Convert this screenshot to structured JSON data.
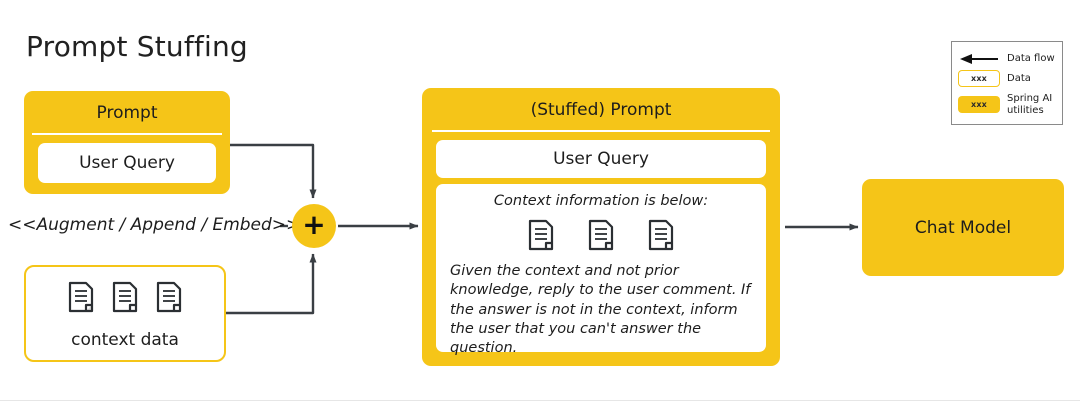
{
  "page": {
    "title": "Prompt Stuffing",
    "background": "#ffffff",
    "accent_color": "#F5C518",
    "line_color": "#3a3f44"
  },
  "prompt_card": {
    "header": "Prompt",
    "user_query": "User Query"
  },
  "augment": {
    "label": "<<Augment / Append / Embed>>"
  },
  "context_data": {
    "label": "context data",
    "doc_icon_count": 3,
    "doc_icon_name": "document-icon"
  },
  "combine_node": {
    "symbol": "+",
    "name": "plus-node"
  },
  "stuffed_card": {
    "header": "(Stuffed) Prompt",
    "user_query": "User Query",
    "context_heading": "Context information is below:",
    "doc_icon_count": 3,
    "instructions": "Given the context and not prior knowledge, reply to the user comment. If the answer is not in the context, inform the user that you can't answer the question."
  },
  "chat_model": {
    "label": "Chat Model"
  },
  "legend": {
    "rows": [
      {
        "sample": "arrow",
        "label": "Data flow"
      },
      {
        "sample": "xxx",
        "sample_text": "xxx",
        "label": "Data"
      },
      {
        "sample": "xxx-filled",
        "sample_text": "xxx",
        "label": "Spring AI utilities"
      }
    ]
  }
}
